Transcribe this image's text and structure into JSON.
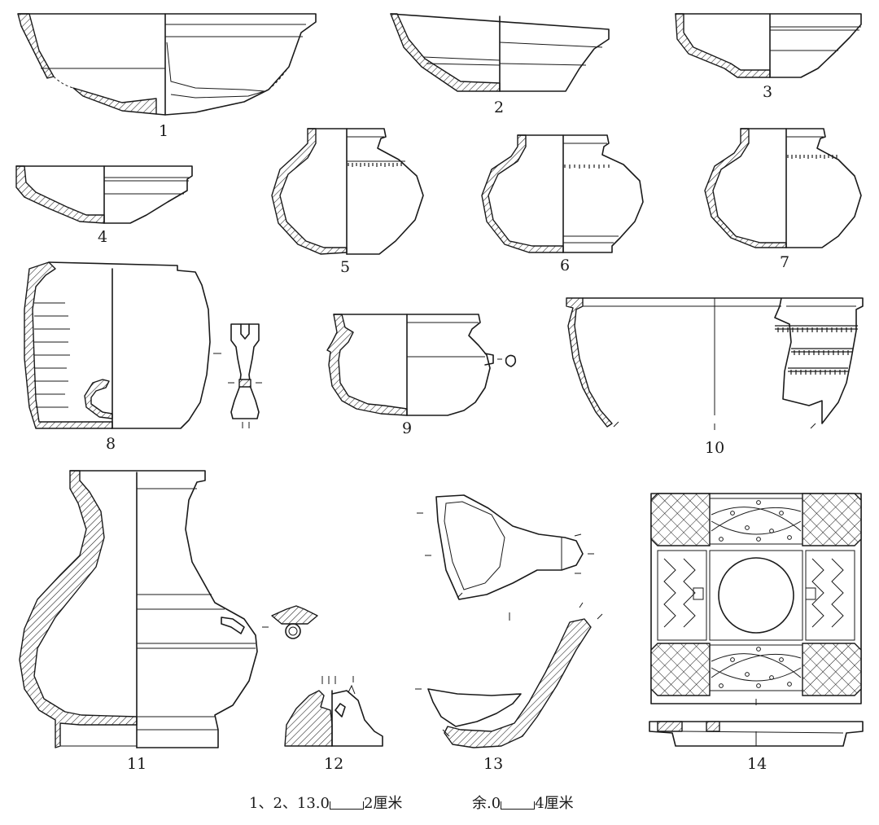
{
  "figure": {
    "labels": [
      "1",
      "2",
      "3",
      "4",
      "5",
      "6",
      "7",
      "8",
      "9",
      "10",
      "11",
      "12",
      "13",
      "14"
    ]
  },
  "scales": [
    {
      "items": "1、2、13.",
      "zero": "0",
      "max": "2",
      "unit": "厘米"
    },
    {
      "items": "余.",
      "zero": "0",
      "max": "4",
      "unit": "厘米"
    }
  ]
}
